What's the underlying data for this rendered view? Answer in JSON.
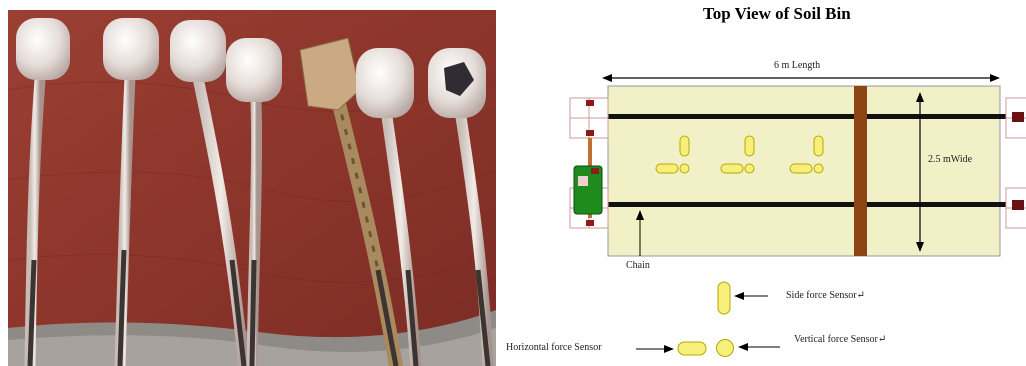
{
  "diagram": {
    "title": "Top View of Soil Bin",
    "length_label": "6 m Length",
    "width_label": "2.5 mWide",
    "chain_label": "Chain"
  },
  "legend": {
    "side_force": "Side force Sensor↵",
    "vertical_force": "Vertical force Sensor↵",
    "horizontal_force": "Horizontal  force  Sensor"
  },
  "colors": {
    "bin_fill": "#f2f0c6",
    "beam": "#8b4513",
    "sensor_fill": "#f6f07a",
    "sensor_stroke": "#b8a600",
    "carriage": "#1d8c1d",
    "cloth": "#9a3b2f"
  }
}
